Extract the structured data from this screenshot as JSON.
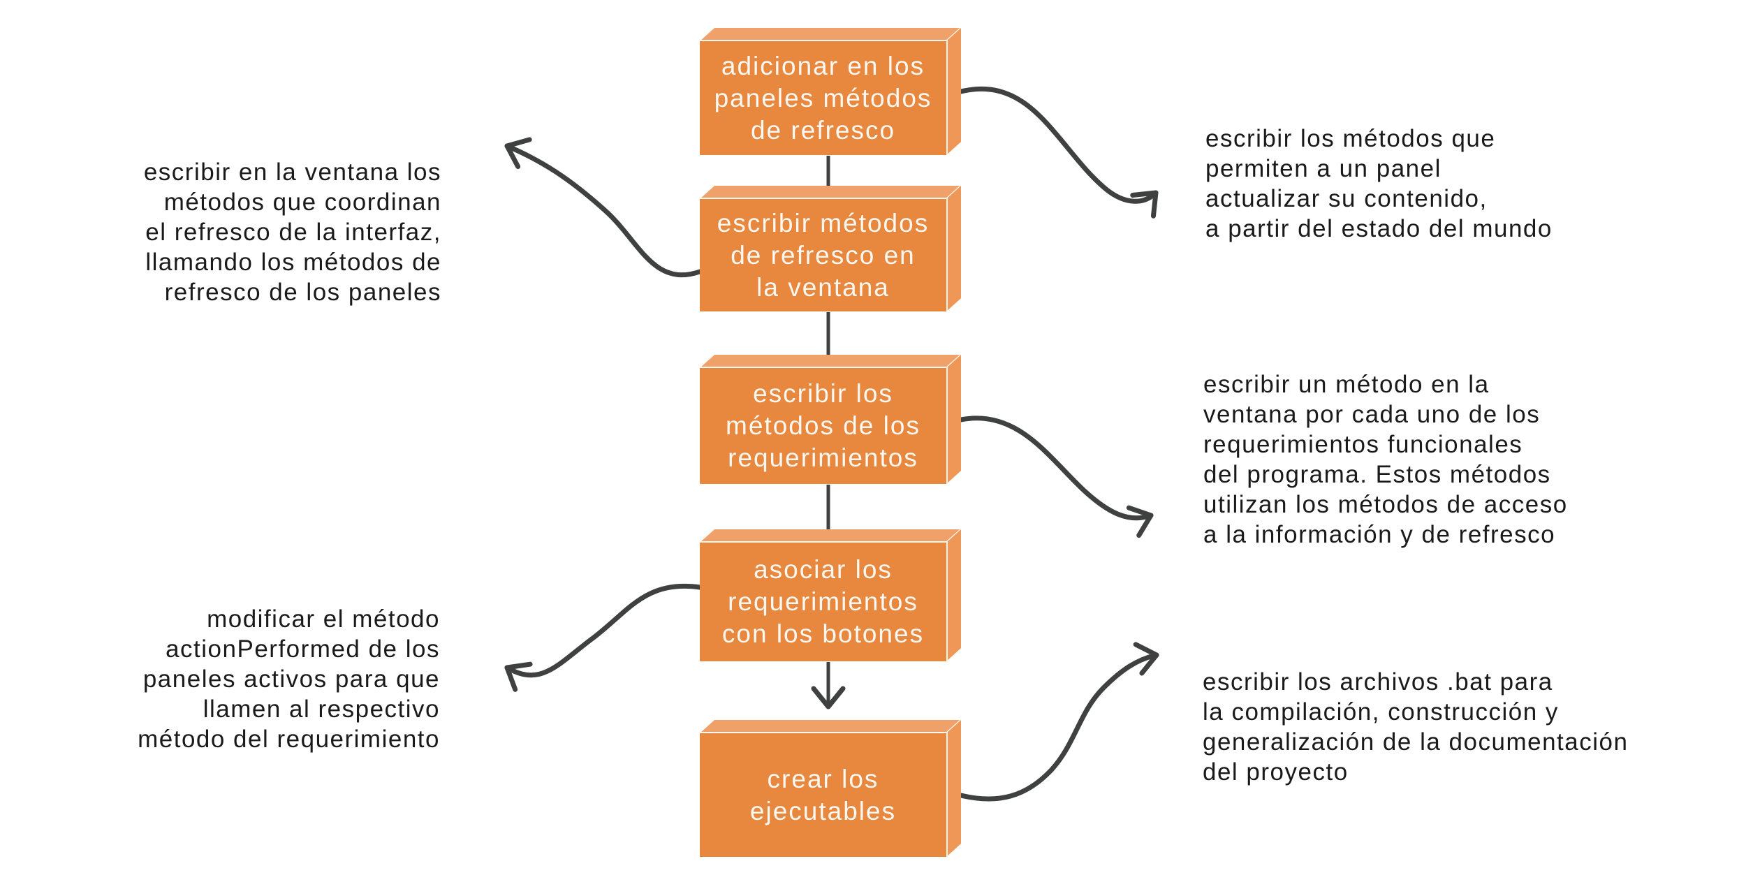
{
  "colors": {
    "background": "#FFFFFF",
    "box_front": "#E8873E",
    "box_top": "#F0A069",
    "box_side": "#EE9757",
    "box_edge": "#FFF6EE",
    "box_text": "#FBF7F1",
    "arrow": "#3F4040",
    "annotation_text": "#1A1A1A"
  },
  "steps": [
    {
      "label": "adicionar en los\npaneles métodos\nde refresco"
    },
    {
      "label": "escribir métodos\nde refresco en\nla ventana"
    },
    {
      "label": "escribir los\nmétodos de los\nrequerimientos"
    },
    {
      "label": "asociar los\nrequerimientos\ncon los botones"
    },
    {
      "label": "crear los\nejecutables"
    }
  ],
  "annotations": [
    {
      "position": "right-top",
      "text": "escribir los métodos que\npermiten a un panel\nactualizar su contenido,\na partir del estado del mundo"
    },
    {
      "position": "left-top",
      "text": "escribir en la ventana los\nmétodos que coordinan\nel refresco de la interfaz,\nllamando los métodos de\nrefresco de los paneles"
    },
    {
      "position": "right-middle",
      "text": "escribir un método en la\nventana por cada uno de los\nrequerimientos funcionales\ndel programa. Estos métodos\nutilizan los métodos de acceso\na la información y de refresco"
    },
    {
      "position": "left-bottom",
      "text": "modificar el método\nactionPerformed de los\npaneles activos para que\nllamen al respectivo\nmétodo del requerimiento"
    },
    {
      "position": "right-bottom",
      "text": "escribir los archivos .bat para\nla compilación, construcción y\ngeneralización de la documentación\ndel proyecto"
    }
  ]
}
